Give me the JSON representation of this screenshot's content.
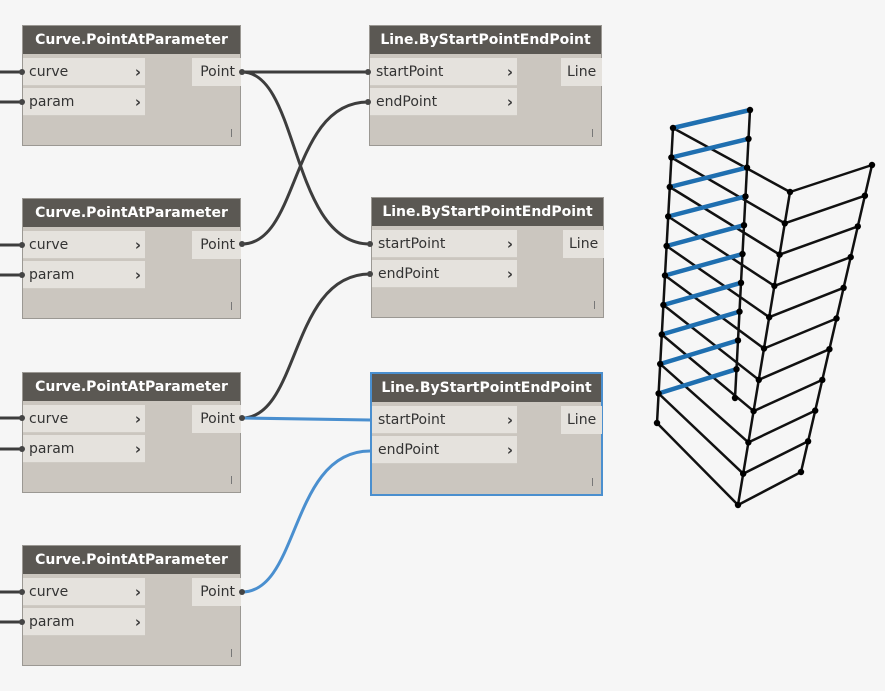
{
  "nodes": {
    "cpap1": {
      "title": "Curve.PointAtParameter",
      "in1": "curve",
      "in2": "param",
      "out": "Point"
    },
    "cpap2": {
      "title": "Curve.PointAtParameter",
      "in1": "curve",
      "in2": "param",
      "out": "Point"
    },
    "cpap3": {
      "title": "Curve.PointAtParameter",
      "in1": "curve",
      "in2": "param",
      "out": "Point"
    },
    "cpap4": {
      "title": "Curve.PointAtParameter",
      "in1": "curve",
      "in2": "param",
      "out": "Point"
    },
    "line1": {
      "title": "Line.ByStartPointEndPoint",
      "in1": "startPoint",
      "in2": "endPoint",
      "out": "Line"
    },
    "line2": {
      "title": "Line.ByStartPointEndPoint",
      "in1": "startPoint",
      "in2": "endPoint",
      "out": "Line"
    },
    "line3": {
      "title": "Line.ByStartPointEndPoint",
      "in1": "startPoint",
      "in2": "endPoint",
      "out": "Line"
    }
  },
  "colors": {
    "wire": "#3d3d3d",
    "selected_wire": "#4a8fcf",
    "node_header": "#5b5853",
    "node_body": "#cbc6bf",
    "highlight_line": "#1f6fb0"
  }
}
